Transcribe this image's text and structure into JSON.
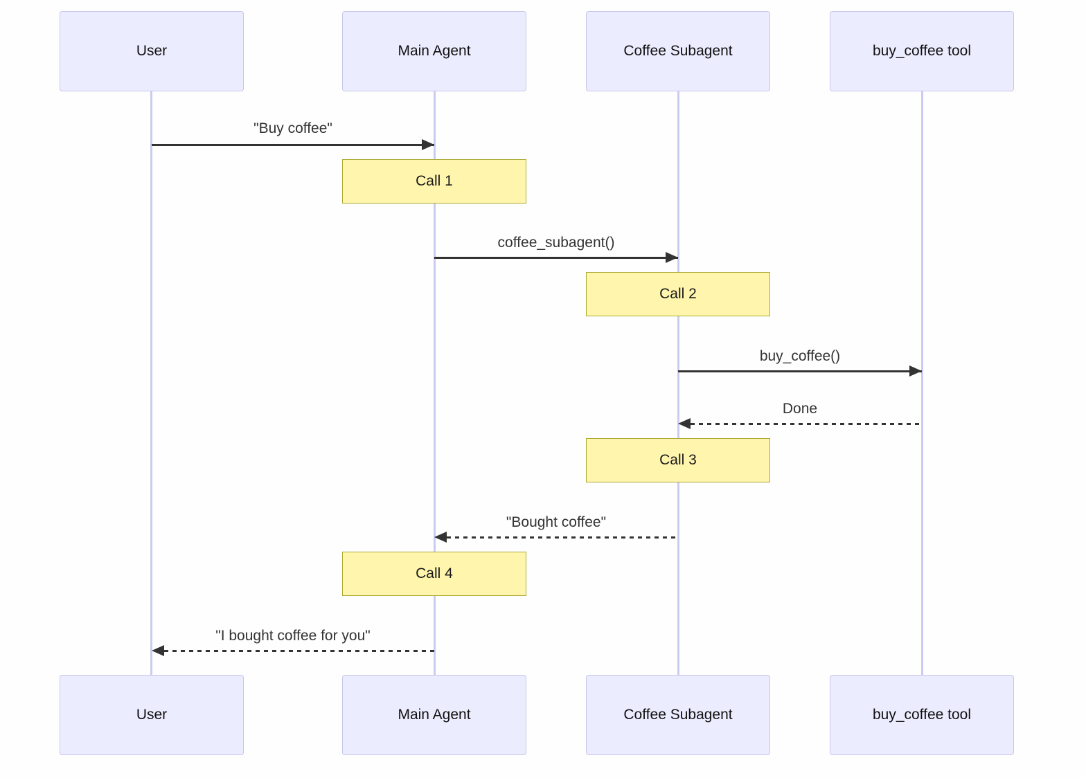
{
  "diagram": {
    "type": "sequence-diagram",
    "actors": [
      {
        "label": "User"
      },
      {
        "label": "Main Agent"
      },
      {
        "label": "Coffee Subagent"
      },
      {
        "label": "buy_coffee tool"
      }
    ],
    "messages": [
      {
        "label": "\"Buy coffee\"",
        "from": "User",
        "to": "Main Agent",
        "line": "solid",
        "arrow": "right"
      },
      {
        "label": "coffee_subagent()",
        "from": "Main Agent",
        "to": "Coffee Subagent",
        "line": "solid",
        "arrow": "right"
      },
      {
        "label": "buy_coffee()",
        "from": "Coffee Subagent",
        "to": "buy_coffee tool",
        "line": "solid",
        "arrow": "right"
      },
      {
        "label": "Done",
        "from": "buy_coffee tool",
        "to": "Coffee Subagent",
        "line": "dashed",
        "arrow": "left"
      },
      {
        "label": "\"Bought coffee\"",
        "from": "Coffee Subagent",
        "to": "Main Agent",
        "line": "dashed",
        "arrow": "left"
      },
      {
        "label": "\"I bought coffee for you\"",
        "from": "Main Agent",
        "to": "User",
        "line": "dashed",
        "arrow": "left"
      }
    ],
    "notes": [
      {
        "label": "Call 1",
        "over": "Main Agent"
      },
      {
        "label": "Call 2",
        "over": "Coffee Subagent"
      },
      {
        "label": "Call 3",
        "over": "Coffee Subagent"
      },
      {
        "label": "Call 4",
        "over": "Main Agent"
      }
    ],
    "colors": {
      "actor_fill": "#ececff",
      "actor_border": "#c6c6e8",
      "lifeline": "#cbcbf1",
      "note_fill": "#fff5ad",
      "note_border": "#aaaa33",
      "message_line": "#333333",
      "background": "#fefefe"
    }
  }
}
